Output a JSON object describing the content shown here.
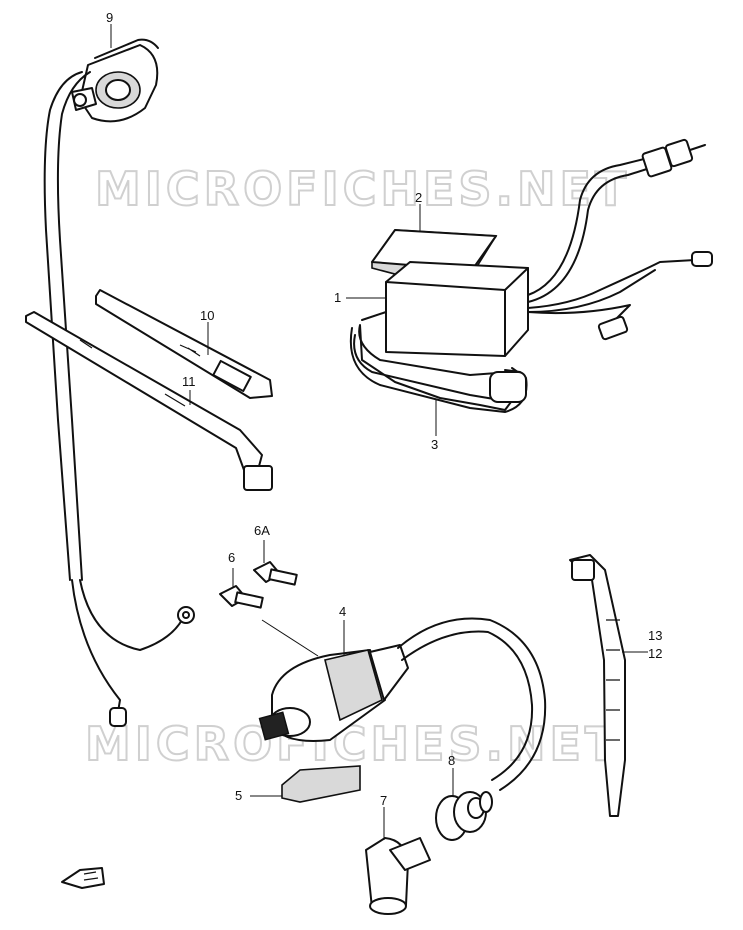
{
  "watermark": {
    "text": "MICROFICHES.NET",
    "color": "#c8c8c8"
  },
  "callouts": {
    "c1": "1",
    "c2": "2",
    "c3": "3",
    "c4": "4",
    "c5": "5",
    "c6": "6",
    "c6a": "6A",
    "c7": "7",
    "c8": "8",
    "c9": "9",
    "c10": "10",
    "c11": "11",
    "c12": "12",
    "c13": "13"
  },
  "direction_arrow": {
    "icon": "front-arrow-icon"
  },
  "colors": {
    "line": "#111111",
    "background": "#ffffff"
  }
}
